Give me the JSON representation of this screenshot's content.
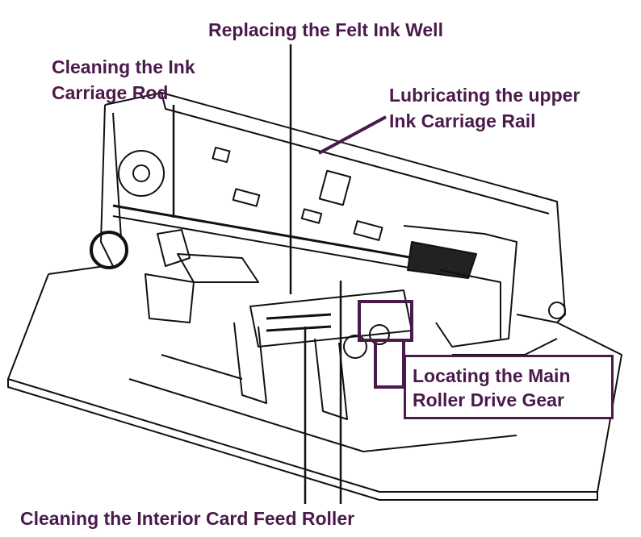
{
  "callouts": {
    "felt_ink_well": "Replacing the Felt Ink Well",
    "carriage_rod_line1": "Cleaning the Ink",
    "carriage_rod_line2": "Carriage Rod",
    "upper_rail_line1": "Lubricating the upper",
    "upper_rail_line2": "Ink Carriage Rail",
    "drive_gear_line1": "Locating the Main",
    "drive_gear_line2": "Roller Drive Gear",
    "card_feed_roller": "Cleaning the Interior Card Feed Roller"
  },
  "colors": {
    "callout_text": "#4a1a4a",
    "line_art": "#111111",
    "background": "#ffffff"
  }
}
